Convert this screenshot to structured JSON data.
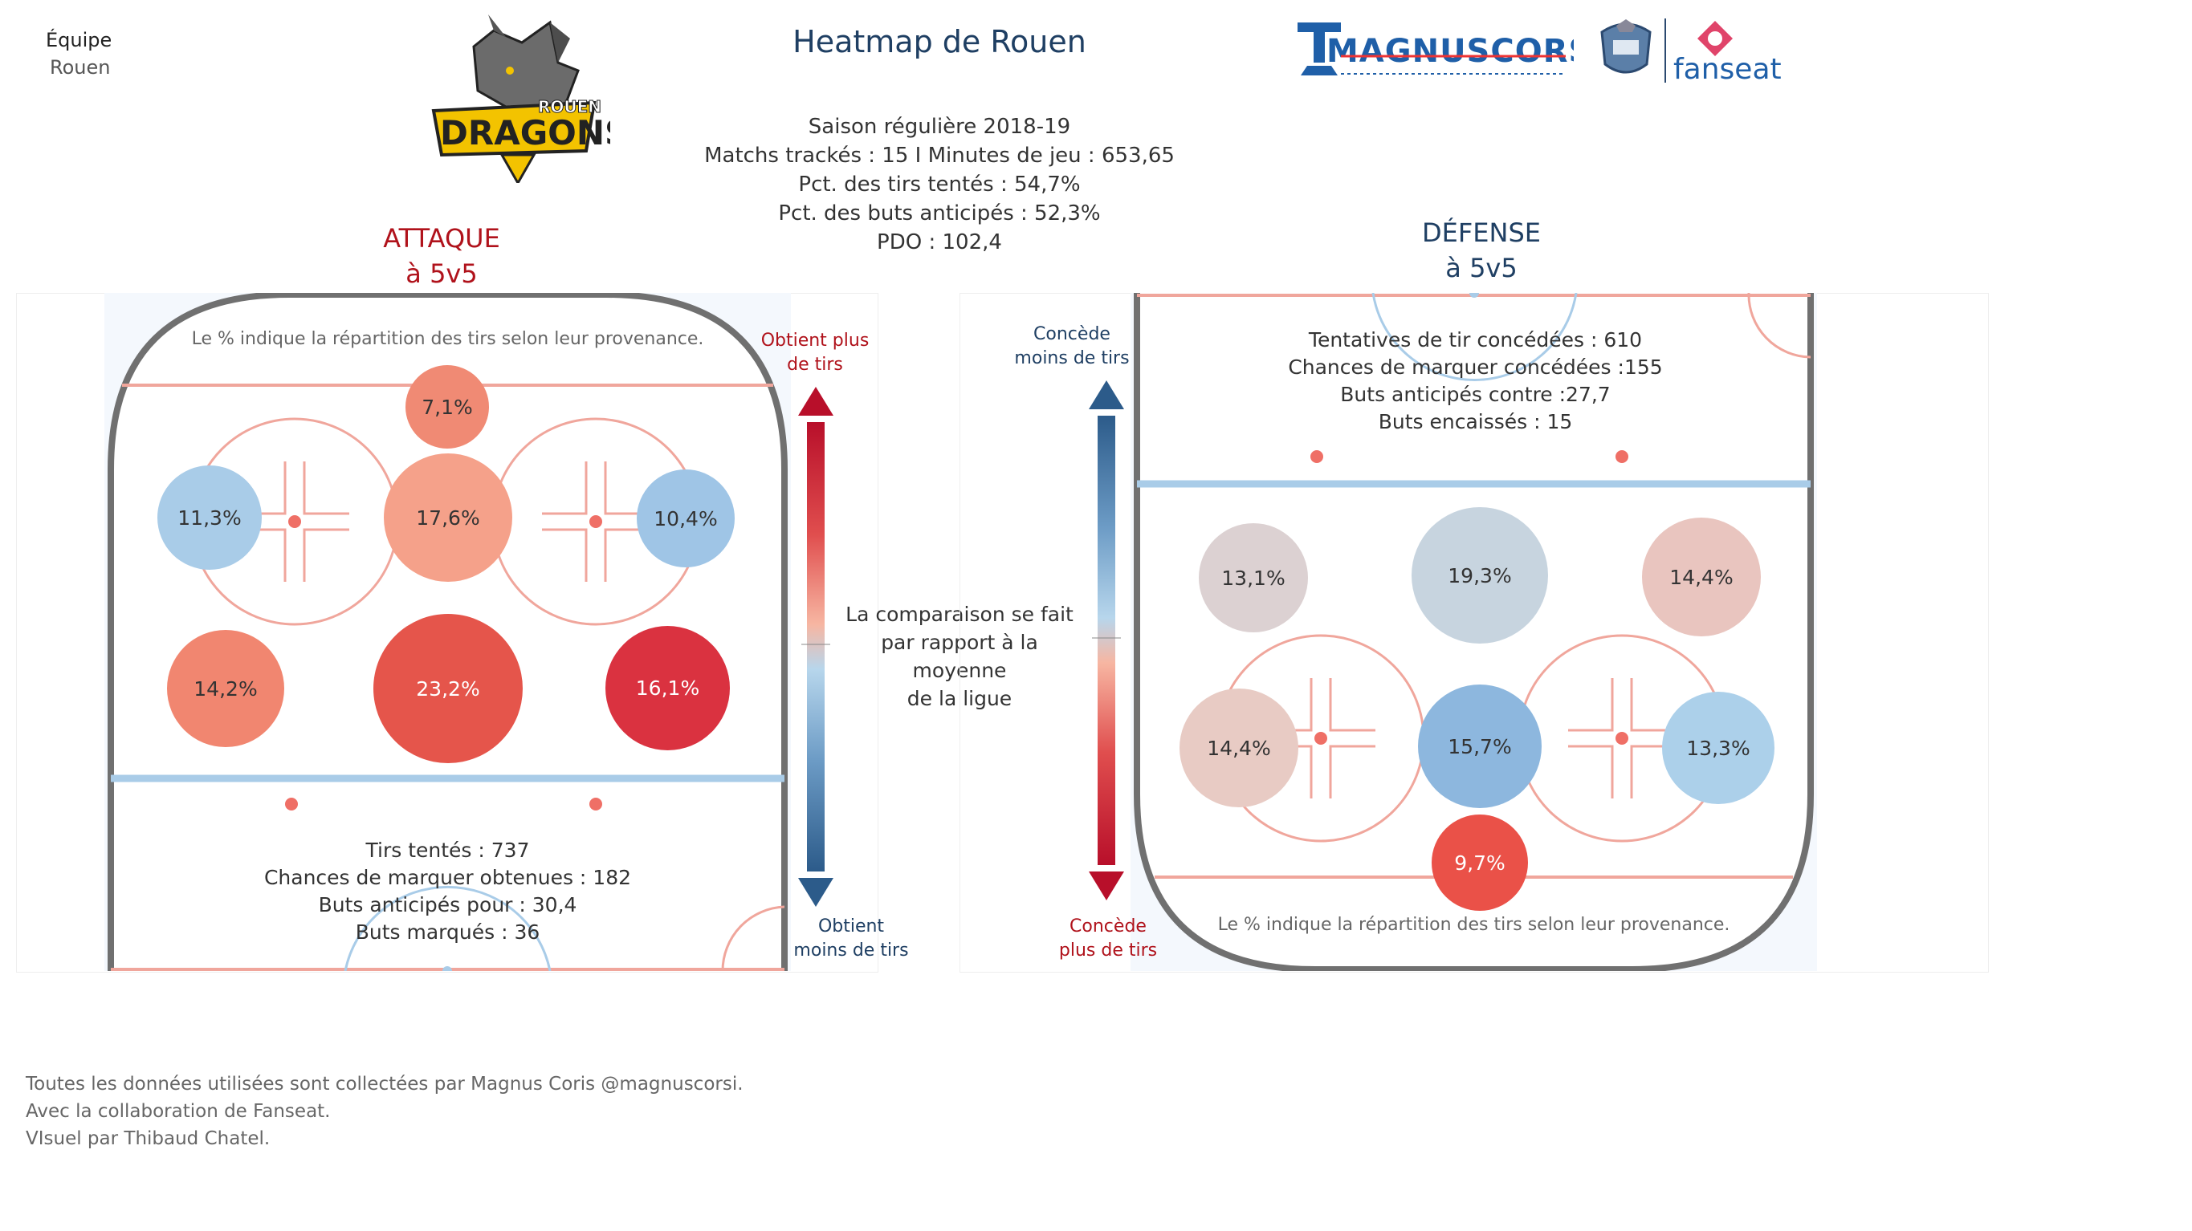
{
  "filter": {
    "label": "Équipe",
    "value": "Rouen"
  },
  "header": {
    "title": "Heatmap de Rouen",
    "summary": [
      "Saison régulière 2018-19",
      "Matchs trackés : 15 I Minutes de jeu : 653,65",
      "Pct. des tirs tentés : 54,7%",
      "Pct. des buts anticipés : 52,3%",
      "PDO : 102,4"
    ]
  },
  "logos": {
    "rouen": {
      "line1": "ROUEN",
      "line2": "DRAGONS"
    },
    "magnuscorsi": "MAGNUSCORSI",
    "fanseat": "fanseat"
  },
  "attack": {
    "title_line1": "ATTAQUE",
    "title_line2": "à 5v5",
    "note": "Le % indique la répartition des tirs selon leur provenance.",
    "zones": [
      {
        "id": "point",
        "label": "7,1%",
        "value": 7.1,
        "color": "#f08a74"
      },
      {
        "id": "left-faceoff",
        "label": "11,3%",
        "value": 11.3,
        "color": "#a9cce8"
      },
      {
        "id": "high-slot",
        "label": "17,6%",
        "value": 17.6,
        "color": "#f5a18a"
      },
      {
        "id": "right-faceoff",
        "label": "10,4%",
        "value": 10.4,
        "color": "#9fc5e6"
      },
      {
        "id": "left-low",
        "label": "14,2%",
        "value": 14.2,
        "color": "#f18670"
      },
      {
        "id": "slot",
        "label": "23,2%",
        "value": 23.2,
        "color": "#e5554b"
      },
      {
        "id": "right-low",
        "label": "16,1%",
        "value": 16.1,
        "color": "#da3240"
      }
    ],
    "stats": [
      "Tirs tentés : 737",
      "Chances de marquer obtenues : 182",
      "Buts anticipés pour : 30,4",
      "Buts marqués : 36"
    ],
    "scale_top": [
      "Obtient plus",
      "de tirs"
    ],
    "scale_bottom": [
      "Obtient",
      "moins de tirs"
    ]
  },
  "comparison": [
    "La comparaison se fait",
    "par rapport à la moyenne",
    "de la ligue"
  ],
  "defense": {
    "title_line1": "DÉFENSE",
    "title_line2": "à 5v5",
    "note": "Le % indique la répartition des tirs selon leur provenance.",
    "zones": [
      {
        "id": "left-point",
        "label": "13,1%",
        "value": 13.1,
        "color": "#dcd1d2"
      },
      {
        "id": "center-point",
        "label": "19,3%",
        "value": 19.3,
        "color": "#c7d4df"
      },
      {
        "id": "right-point",
        "label": "14,4%",
        "value": 14.4,
        "color": "#e9c5bf"
      },
      {
        "id": "left-faceoff",
        "label": "14,4%",
        "value": 14.4,
        "color": "#e8cbc4"
      },
      {
        "id": "slot",
        "label": "15,7%",
        "value": 15.7,
        "color": "#8db7de"
      },
      {
        "id": "right-faceoff",
        "label": "13,3%",
        "value": 13.3,
        "color": "#acd0ea"
      },
      {
        "id": "crease",
        "label": "9,7%",
        "value": 9.7,
        "color": "#ea5148"
      }
    ],
    "stats": [
      "Tentatives de tir concédées : 610",
      "Chances de marquer concédées :155",
      "Buts anticipés contre :27,7",
      "Buts encaissés : 15"
    ],
    "scale_top": [
      "Concède",
      "moins de tirs"
    ],
    "scale_bottom": [
      "Concède",
      "plus de tirs"
    ]
  },
  "footer": [
    "Toutes les données utilisées sont collectées par Magnus Coris @magnuscorsi.",
    "Avec la collaboration de Fanseat.",
    "VIsuel par Thibaud Chatel."
  ],
  "colors": {
    "red": "#b0121b",
    "navy": "#1f3f63",
    "rink_red": "#f0a69c",
    "rink_blue": "#a9cce8"
  }
}
